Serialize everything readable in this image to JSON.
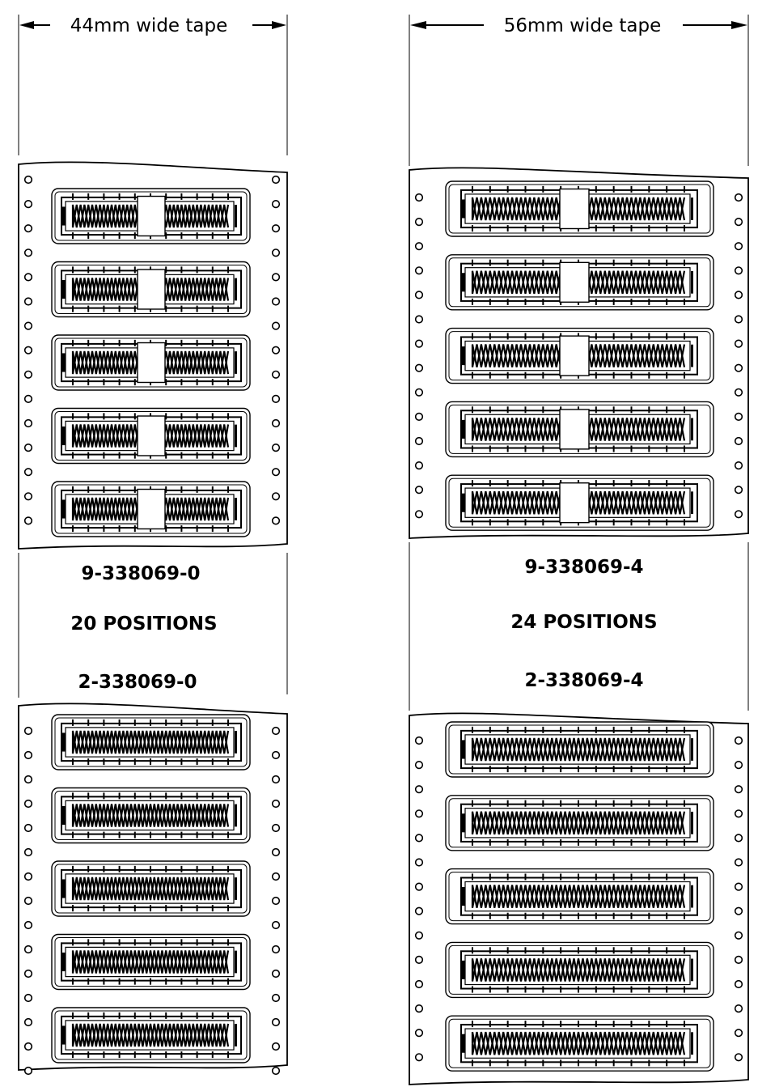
{
  "left": {
    "tape_label": "44mm wide tape",
    "part_top": "9-338069-0",
    "positions": "20 POSITIONS",
    "part_bottom": "2-338069-0"
  },
  "right": {
    "tape_label": "56mm wide tape",
    "part_top": "9-338069-4",
    "positions": "24 POSITIONS",
    "part_bottom": "2-338069-4"
  },
  "colors": {
    "line": "#000000",
    "background": "#ffffff"
  }
}
